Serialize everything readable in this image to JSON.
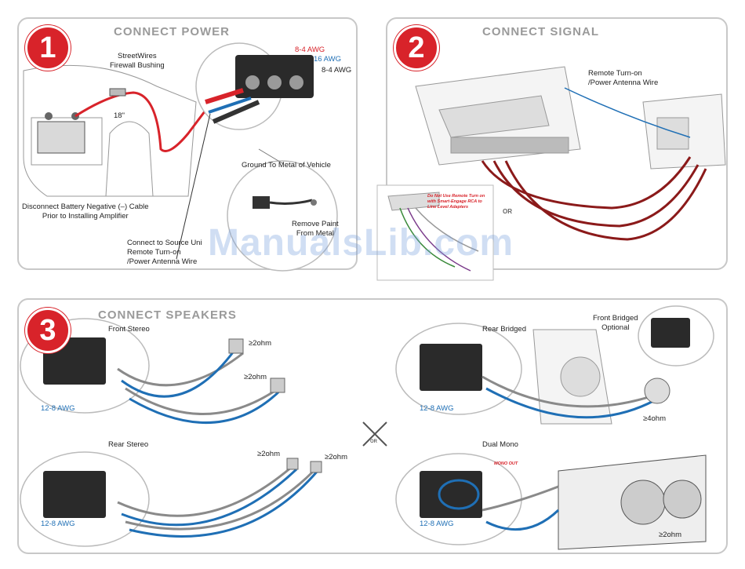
{
  "panel1": {
    "number": "1",
    "title": "CONNECT POWER",
    "awg_red": "8-4 AWG",
    "awg_blue": "16 AWG",
    "awg_black": "8-4 AWG",
    "bushing_line1": "StreetWires",
    "bushing_line2": "Firewall Bushing",
    "fuse_dist": "18\"",
    "disconnect_line1": "Disconnect Battery Negative (–) Cable",
    "disconnect_line2": "Prior to Installing Amplifier",
    "source_line1": "Connect to Source Uni",
    "source_line2": "Remote Turn-on",
    "source_line3": "/Power Antenna Wire",
    "ground_label": "Ground To Metal of Vehicle",
    "paint_line1": "Remove Paint",
    "paint_line2": "From Metal"
  },
  "panel2": {
    "number": "2",
    "title": "CONNECT SIGNAL",
    "remote_line1": "Remote Turn-on",
    "remote_line2": "/Power Antenna Wire",
    "inset_note": "Do Not Use Remote Turn on with Smart-Engage RCA to Line Level Adapters",
    "or_label": "OR"
  },
  "panel3": {
    "number": "3",
    "title": "CONNECT SPEAKERS",
    "front_stereo": "Front Stereo",
    "rear_stereo": "Rear Stereo",
    "rear_bridged": "Rear Bridged",
    "front_bridged_line1": "Front Bridged",
    "front_bridged_line2": "Optional",
    "dual_mono": "Dual Mono",
    "awg": "12-8 AWG",
    "ohm2": "≥2ohm",
    "ohm4": "≥4ohm",
    "or_label": "OR",
    "mono_out": "MONO OUT"
  },
  "watermark": "ManualsLib.com",
  "colors": {
    "accent_red": "#d8232a",
    "wire_blue": "#1f6fb5",
    "frame_gray": "#c8c8c8"
  }
}
